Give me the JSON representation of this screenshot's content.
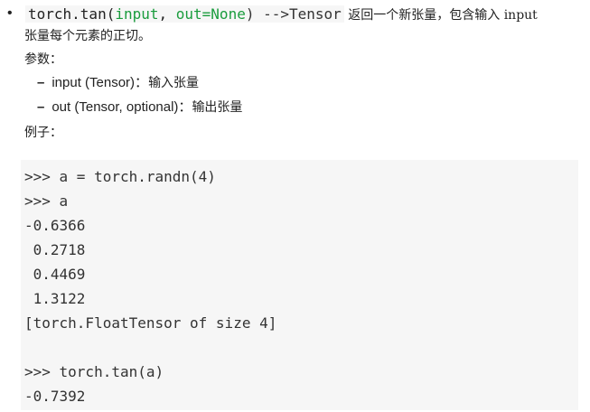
{
  "signature": {
    "bullet": "•",
    "prefix": "torch.tan(",
    "arg1": "input",
    "sep": ", ",
    "arg2": "out=None",
    "suffix": ") -->Tensor",
    "description_first": "返回一个新张量，包含输入 input",
    "description_second": "张量每个元素的正切。"
  },
  "params": {
    "heading": "参数：",
    "items": [
      {
        "dash": "–",
        "text": "input (Tensor)：",
        "desc": "输入张量"
      },
      {
        "dash": "–",
        "text": "out (Tensor, optional)：",
        "desc": "输出张量"
      }
    ]
  },
  "example": {
    "heading": "例子：",
    "lines": [
      ">>> a = torch.randn(4)",
      ">>> a",
      "-0.6366",
      " 0.2718",
      " 0.4469",
      " 1.3122",
      "[torch.FloatTensor of size 4]",
      "",
      ">>> torch.tan(a)",
      "-0.7392"
    ]
  }
}
